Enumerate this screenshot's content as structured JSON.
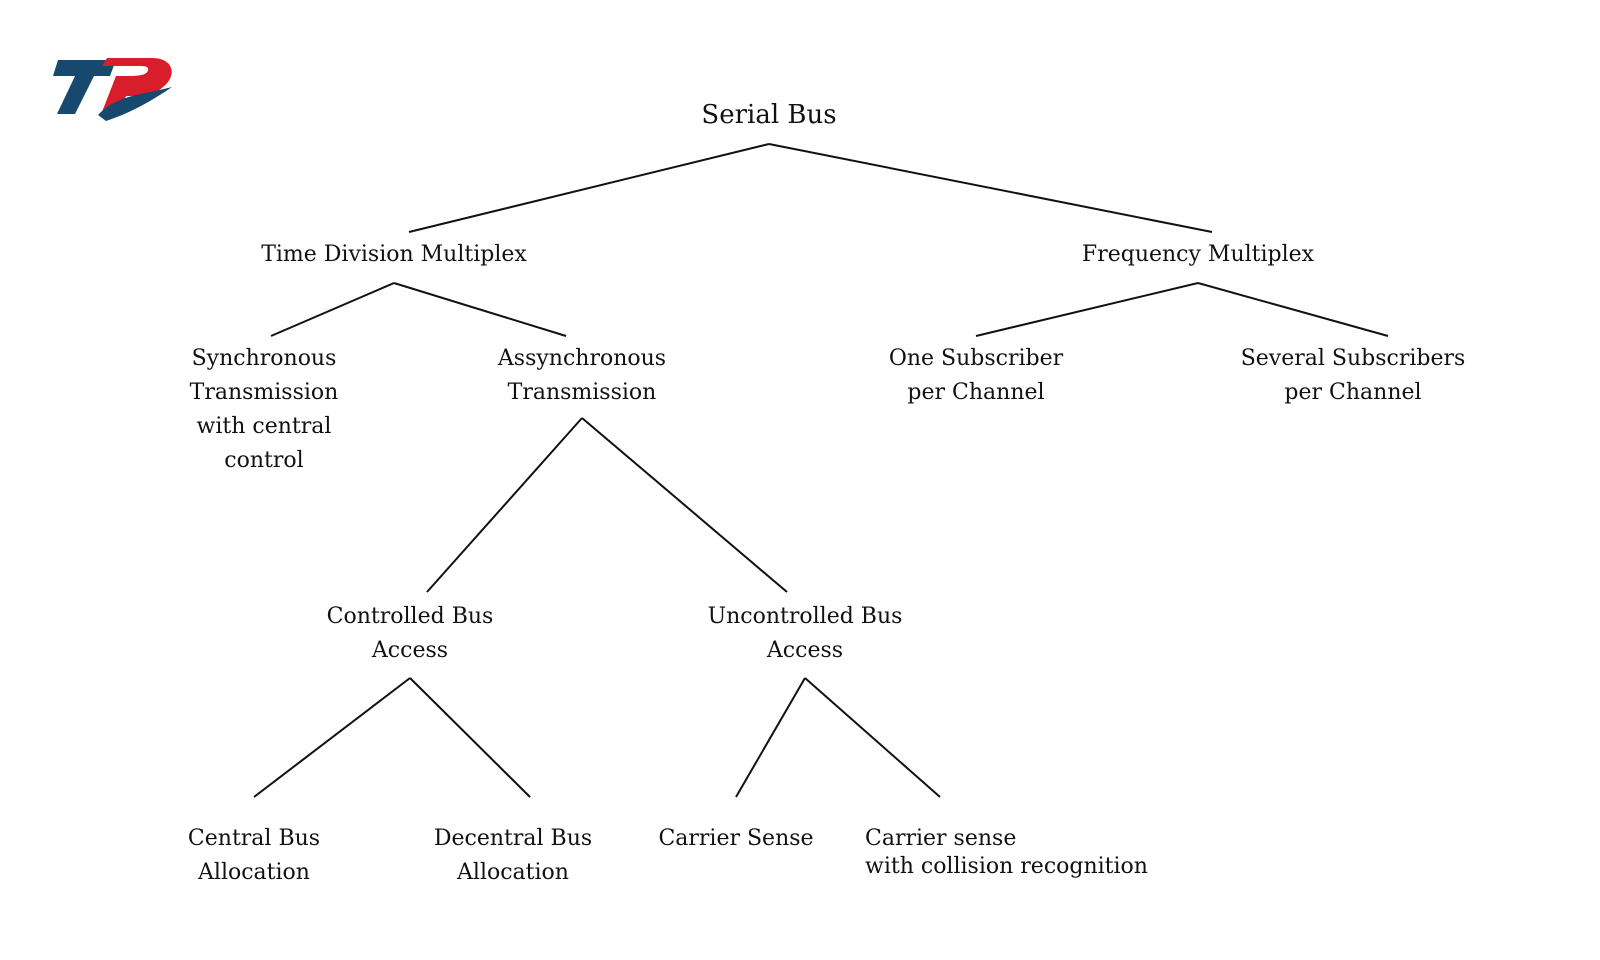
{
  "diagram": {
    "brand": {
      "logo_text": "TP",
      "colors": {
        "blue": "#17496f",
        "red": "#d81e2a"
      }
    },
    "nodes": {
      "root": {
        "lines": [
          "Serial Bus"
        ]
      },
      "tdm": {
        "lines": [
          "Time Division Multiplex"
        ]
      },
      "freq": {
        "lines": [
          "Frequency Multiplex"
        ]
      },
      "sync": {
        "lines": [
          "Synchronous",
          "Transmission",
          "with central",
          "control"
        ]
      },
      "async": {
        "lines": [
          "Assynchronous",
          "Transmission"
        ]
      },
      "one_sub": {
        "lines": [
          "One Subscriber",
          "per Channel"
        ]
      },
      "several_sub": {
        "lines": [
          "Several Subscribers",
          "per Channel"
        ]
      },
      "controlled": {
        "lines": [
          "Controlled Bus",
          "Access"
        ]
      },
      "uncontrolled": {
        "lines": [
          "Uncontrolled Bus",
          "Access"
        ]
      },
      "central": {
        "lines": [
          "Central Bus",
          "Allocation"
        ]
      },
      "decentral": {
        "lines": [
          "Decentral Bus",
          "Allocation"
        ]
      },
      "carrier": {
        "lines": [
          "Carrier Sense"
        ]
      },
      "carrier_collision": {
        "lines": [
          "Carrier sense",
          "with collision recognition"
        ]
      }
    }
  }
}
